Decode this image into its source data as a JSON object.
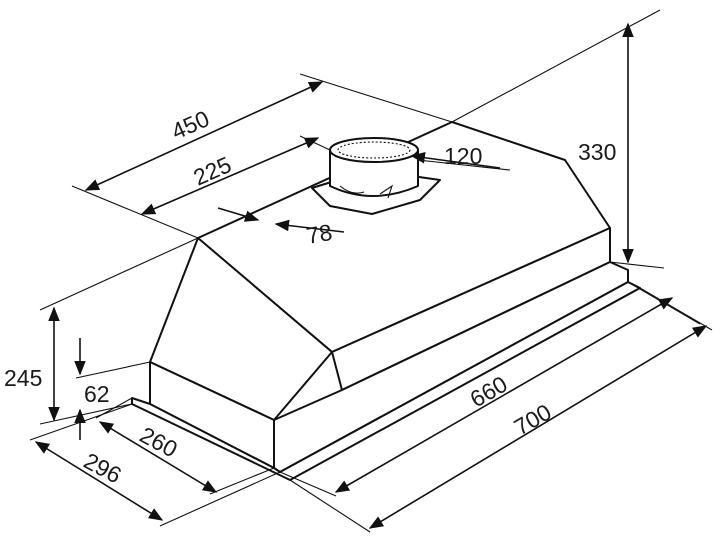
{
  "diagram": {
    "type": "technical-dimension-drawing",
    "subject": "built-in cooker hood",
    "units": "mm",
    "dimensions": {
      "top_width": "450",
      "duct_offset": "225",
      "duct_diameter": "120",
      "duct_depth_offset": "78",
      "overall_height": "330",
      "front_height": "245",
      "lip_height": "62",
      "inner_depth": "260",
      "outer_depth": "296",
      "inner_length": "660",
      "outer_length": "700"
    }
  }
}
